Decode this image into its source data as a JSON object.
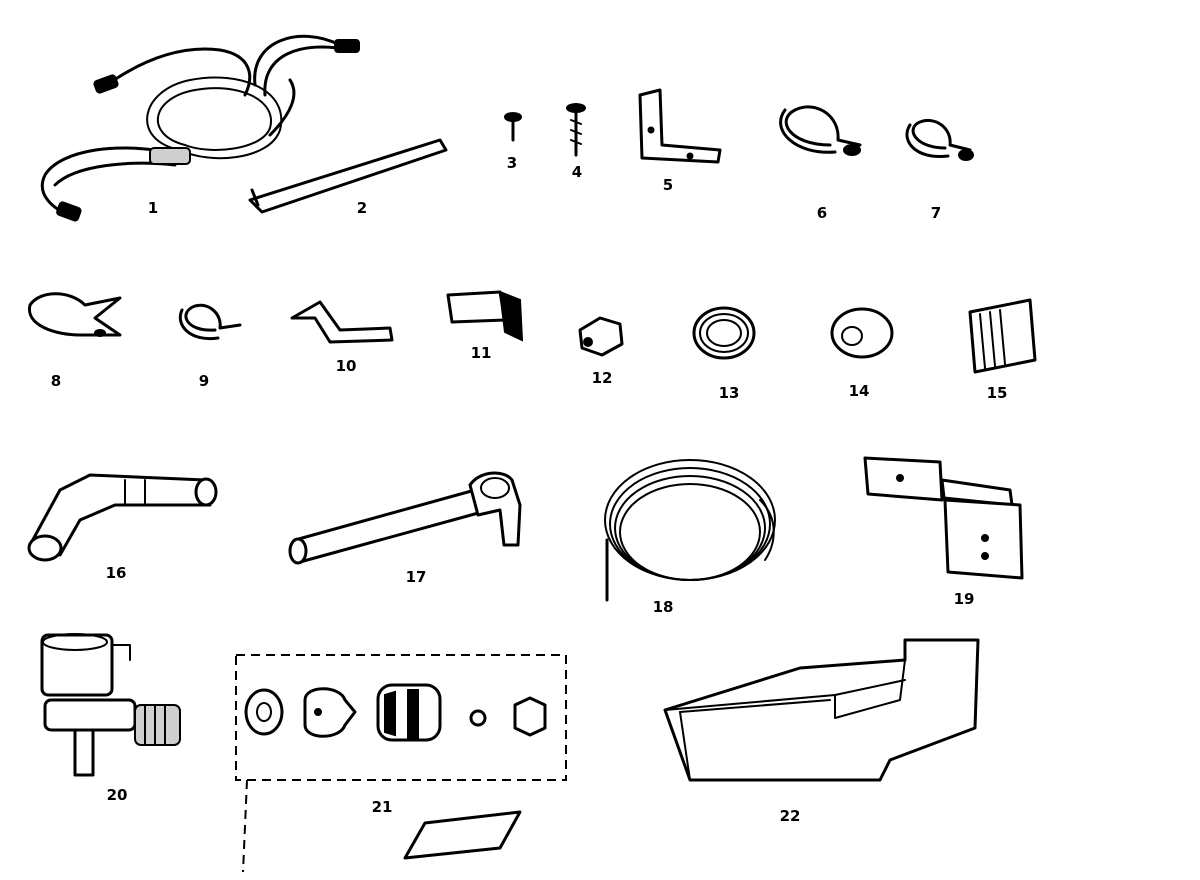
{
  "parts": [
    {
      "id": "wire-harness",
      "label": "1"
    },
    {
      "id": "strip",
      "label": "2"
    },
    {
      "id": "screw-short",
      "label": "3"
    },
    {
      "id": "screw-long",
      "label": "4"
    },
    {
      "id": "angle-bracket",
      "label": "5"
    },
    {
      "id": "clamp-large",
      "label": "6"
    },
    {
      "id": "clamp-small",
      "label": "7"
    },
    {
      "id": "clip-flat",
      "label": "8"
    },
    {
      "id": "clamp-mini",
      "label": "9"
    },
    {
      "id": "strap",
      "label": "10"
    },
    {
      "id": "clip-bracket",
      "label": "11"
    },
    {
      "id": "nut",
      "label": "12"
    },
    {
      "id": "grommet",
      "label": "13"
    },
    {
      "id": "washer",
      "label": "14"
    },
    {
      "id": "pad",
      "label": "15"
    },
    {
      "id": "elbow-tube",
      "label": "16"
    },
    {
      "id": "fill-tube",
      "label": "17"
    },
    {
      "id": "water-line-coil",
      "label": "18"
    },
    {
      "id": "mount-bracket",
      "label": "19"
    },
    {
      "id": "water-valve",
      "label": "20"
    },
    {
      "id": "fitting-kit",
      "label": "21"
    },
    {
      "id": "ice-bin",
      "label": "22"
    }
  ]
}
